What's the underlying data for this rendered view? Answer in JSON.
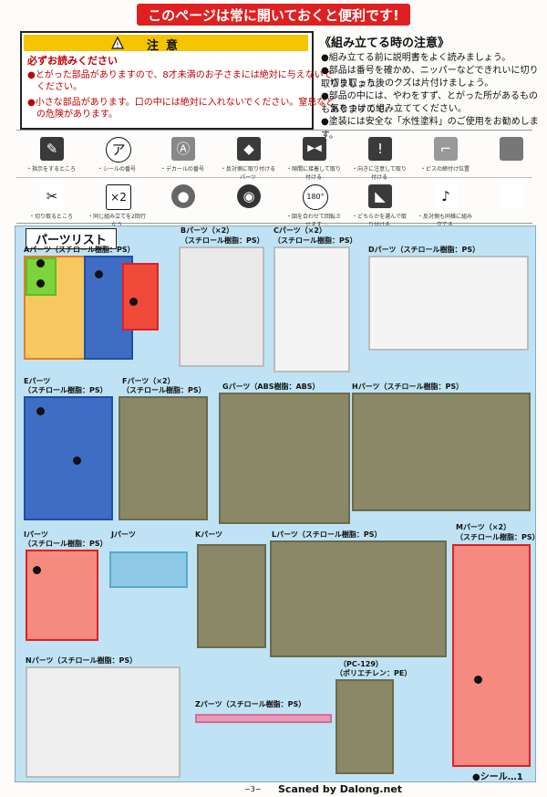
{
  "header": {
    "title": "このページは常に開いておくと便利です!"
  },
  "caution": {
    "title": "注意",
    "sub": "必ずお読みください",
    "lines": [
      "●とがった部品がありますので、8才未満のお子さまには絶対に与えないで",
      "　ください。",
      "●小さな部品があります。口の中には絶対に入れないでください。窒息など",
      "　の危険があります。"
    ]
  },
  "notes": {
    "title": "《組み立てる時の注意》",
    "lines": [
      "●組み立てる前に説明書をよく読みましょう。",
      "●部品は番号を確かめ、ニッパーなどできれいに切り取りましょう。",
      "　切り取った後のクズは片付けましょう。",
      "●部品の中には、やわをすず、とがった所があるものもありますので、",
      "　気をつけて組み立ててください。",
      "●塗装には安全な「水性塗料」のご使用をお勧めします。"
    ]
  },
  "symbols": {
    "row1": [
      {
        "icon": "✎",
        "label": "・指示をするところ"
      },
      {
        "icon": "ア",
        "label": "・シールの番号"
      },
      {
        "icon": "Ⓐ",
        "label": "・デカールの番号"
      },
      {
        "icon": "◆",
        "label": "・反対側に取り付けるパーツ"
      },
      {
        "icon": "▶◀",
        "label": "・隙間に接着して取り付ける"
      },
      {
        "icon": "!",
        "label": "・向きに注意して取り付ける"
      },
      {
        "icon": "⌐",
        "label": "・ビスの締付け位置"
      },
      {
        "icon": "",
        "label": ""
      }
    ],
    "row2": [
      {
        "icon": "✂",
        "label": "・切り取るところ"
      },
      {
        "icon": "×2",
        "label": "・同じ組み立てを2回行なう"
      },
      {
        "icon": "●",
        "label": ""
      },
      {
        "icon": "◉",
        "label": ""
      },
      {
        "icon": "180°",
        "label": "・図を合わせて回転させます"
      },
      {
        "icon": "◣",
        "label": "・どちらかを選んで取り付ける"
      },
      {
        "icon": "♪",
        "label": "・反対側も同様に組み立てる"
      },
      {
        "icon": "",
        "label": ""
      }
    ]
  },
  "parts": {
    "title": "パーツリスト",
    "a": "Aパーツ（スチロール樹脂：PS）",
    "b1": "Bパーツ（×2）",
    "b2": "（スチロール樹脂：PS）",
    "c1": "Cパーツ（×2）",
    "c2": "（スチロール樹脂：PS）",
    "d": "Dパーツ（スチロール樹脂：PS）",
    "e1": "Eパーツ",
    "e2": "（スチロール樹脂：PS）",
    "f1": "Fパーツ（×2）",
    "f2": "（スチロール樹脂：PS）",
    "g": "Gパーツ（ABS樹脂：ABS）",
    "h": "Hパーツ（スチロール樹脂：PS）",
    "i1": "Iパーツ",
    "i2": "（スチロール樹脂：PS）",
    "j": "Jパーツ",
    "k": "Kパーツ",
    "l": "Lパーツ（スチロール樹脂：PS）",
    "m1": "Mパーツ（×2）",
    "m2": "（スチロール樹脂：PS）",
    "n": "Nパーツ（スチロール樹脂：PS）",
    "pc1": "（PC-129）",
    "pc2": "（ポリエチレン：PE）",
    "z": "Zパーツ（スチロール樹脂：PS）"
  },
  "footer": {
    "seal": "●シール…1",
    "page": "−3−",
    "credit": "Scaned by Dalong.net"
  },
  "colors": {
    "red": "#e02020",
    "yellow": "#f6c400",
    "panel": "#bfe3f4",
    "blue": "#1f4fa8",
    "grey": "#c9c9c9",
    "brown": "#6b6a4e",
    "white": "#f4f4f4",
    "lightblue": "#8ec9e8",
    "pink": "#e79ab8",
    "orange": "#ef7a1f",
    "green": "#7dd33a"
  }
}
